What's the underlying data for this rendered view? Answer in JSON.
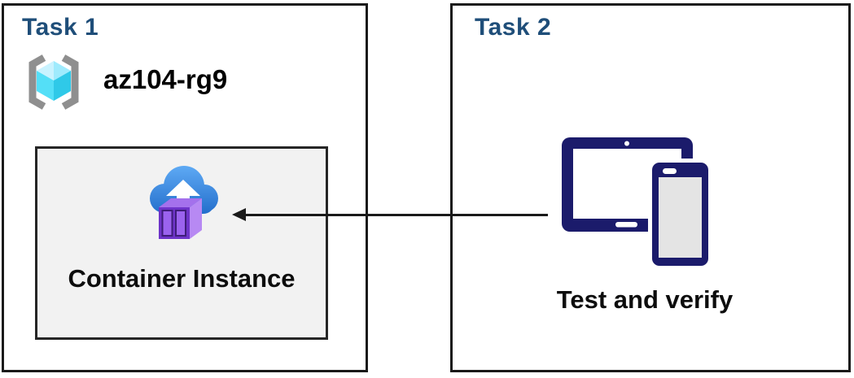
{
  "diagram": {
    "task1": {
      "title": "Task 1",
      "resource_group": {
        "icon": "resource-group-icon",
        "name": "az104-rg9"
      },
      "container_instance": {
        "icon": "container-instance-icon",
        "label": "Container Instance"
      }
    },
    "task2": {
      "title": "Task 2",
      "devices": {
        "icon": "tablet-phone-icon",
        "label": "Test and verify"
      }
    },
    "connector": {
      "type": "arrow",
      "from": "Test and verify",
      "to": "Container Instance",
      "direction": "left"
    },
    "colors": {
      "task_title": "#1F4E79",
      "box_border": "#1a1a1a",
      "ci_box_background": "#f2f2f2",
      "device_navy": "#1b1b6b",
      "cloud_blue_light": "#5fabf5",
      "cloud_blue_dark": "#1c66c6",
      "container_purple_front": "#6e34c9",
      "container_purple_side": "#b789f3",
      "rg_bracket_gray": "#8f8f8f",
      "rg_cube_cyan": "#50e0f7",
      "text_black": "#0d0d0d"
    }
  }
}
